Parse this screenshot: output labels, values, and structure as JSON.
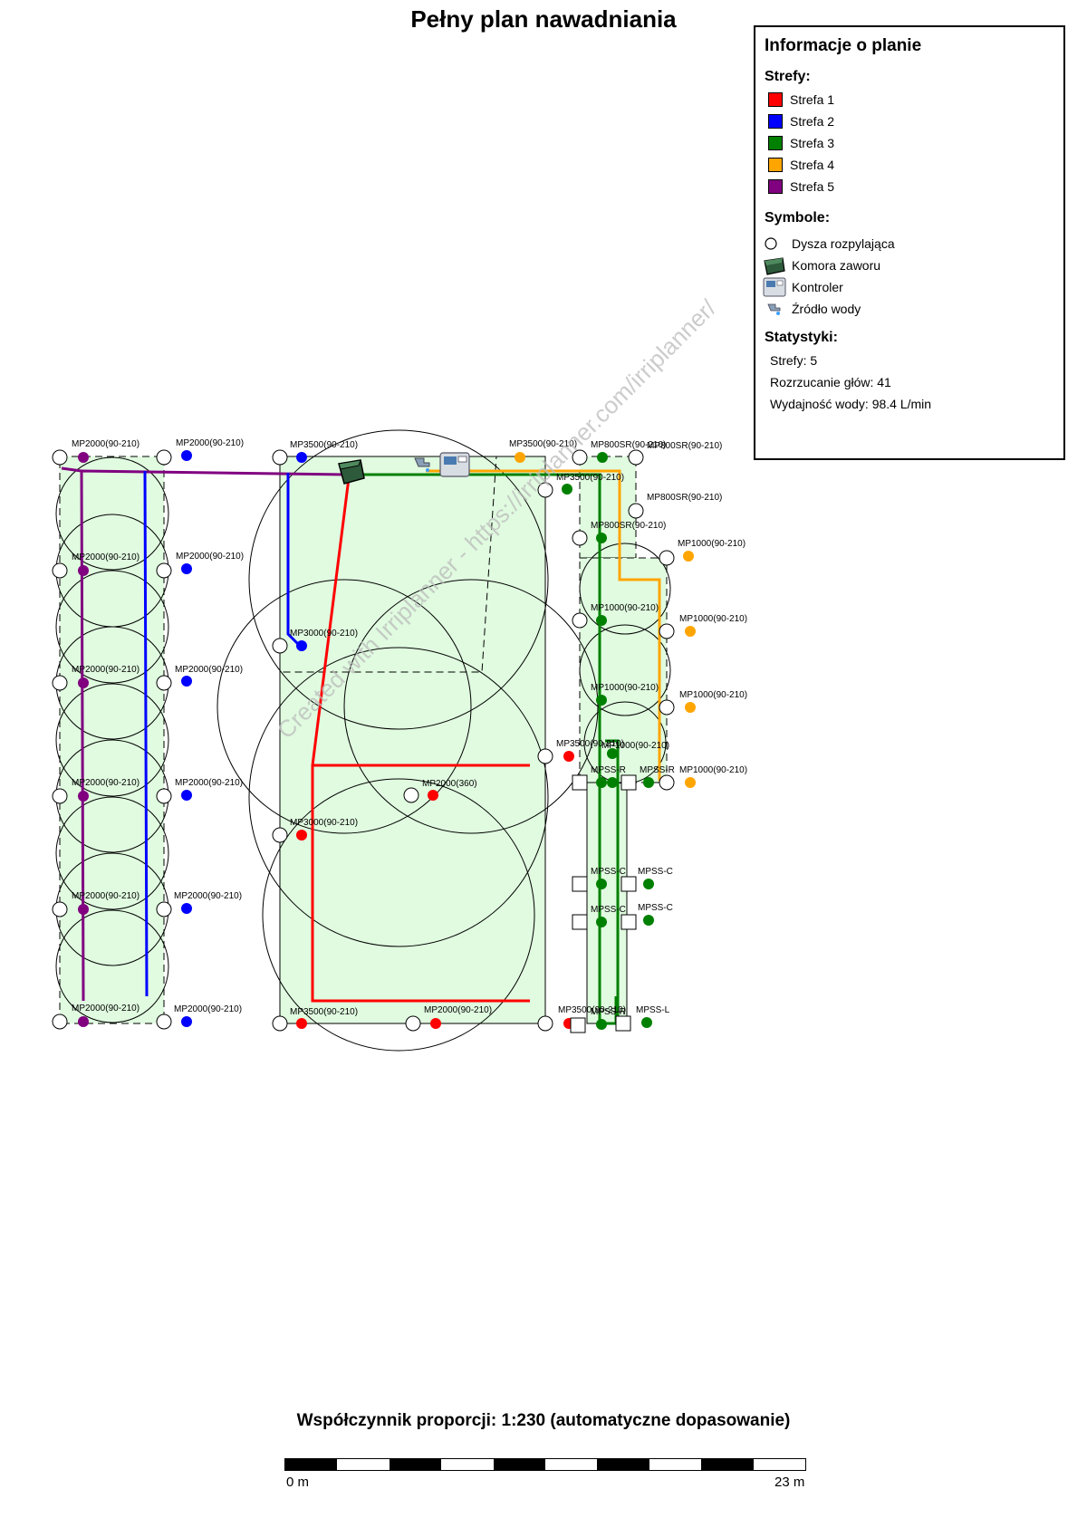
{
  "title": "Pełny plan nawadniania",
  "legend": {
    "title": "Informacje o planie",
    "zones_heading": "Strefy:",
    "zones": [
      {
        "label": "Strefa 1",
        "color": "#ff0000"
      },
      {
        "label": "Strefa 2",
        "color": "#0000ff"
      },
      {
        "label": "Strefa 3",
        "color": "#008000"
      },
      {
        "label": "Strefa 4",
        "color": "#ffa500"
      },
      {
        "label": "Strefa 5",
        "color": "#800080"
      }
    ],
    "symbols_heading": "Symbole:",
    "symbols": [
      {
        "label": "Dysza rozpylająca",
        "icon": "spray-nozzle-icon"
      },
      {
        "label": "Komora zaworu",
        "icon": "valve-box-icon"
      },
      {
        "label": "Kontroler",
        "icon": "controller-icon"
      },
      {
        "label": "Źródło wody",
        "icon": "water-tap-icon"
      }
    ],
    "stats_heading": "Statystyki:",
    "stats": [
      "Strefy: 5",
      "Rozrzucanie głów: 41",
      "Wydajność wody: 98.4 L/min"
    ]
  },
  "watermark": "Created with Irriplanner - https://irriplanner.com/irriplanner/",
  "scale": {
    "label": "Współczynnik proporcji: 1:230 (automatyczne dopasowanie)",
    "start": "0 m",
    "end": "23 m"
  },
  "heads": {
    "zone5": [
      "MP2000(90-210)",
      "MP2000(90-210)",
      "MP2000(90-210)",
      "MP2000(90-210)",
      "MP2000(90-210)",
      "MP2000(90-210)"
    ],
    "zone2": [
      "MP2000(90-210)",
      "MP2000(90-210)",
      "MP2000(90-210)",
      "MP2000(90-210)",
      "MP2000(90-210)",
      "MP2000(90-210)",
      "MP3500(90-210)",
      "MP3000(90-210)"
    ],
    "zone1": [
      "MP2000(360)",
      "MP3000(90-210)",
      "MP3500(90-210)",
      "MP2000(90-210)",
      "MP3500(90-210)",
      "MP3500(90-210)"
    ],
    "zone4": [
      "MP3500(90-210)",
      "MP1000(90-210)",
      "MP1000(90-210)",
      "MP1000(90-210)",
      "MP1000(90-210)",
      "MP800SR(90-210)"
    ],
    "zone3": [
      "MP800SR(90-210)",
      "MP800SR(90-210)",
      "MP800SR(90-210)",
      "MP3500(90-210)",
      "MP1000(90-210)",
      "MP1000(90-210)",
      "MP1000(90-210)",
      "MPSS-R",
      "MPSS-R",
      "MPSS-C",
      "MPSS-C",
      "MPSS-C",
      "MPSS-C",
      "MPSS-L",
      "MPSS-R"
    ]
  }
}
